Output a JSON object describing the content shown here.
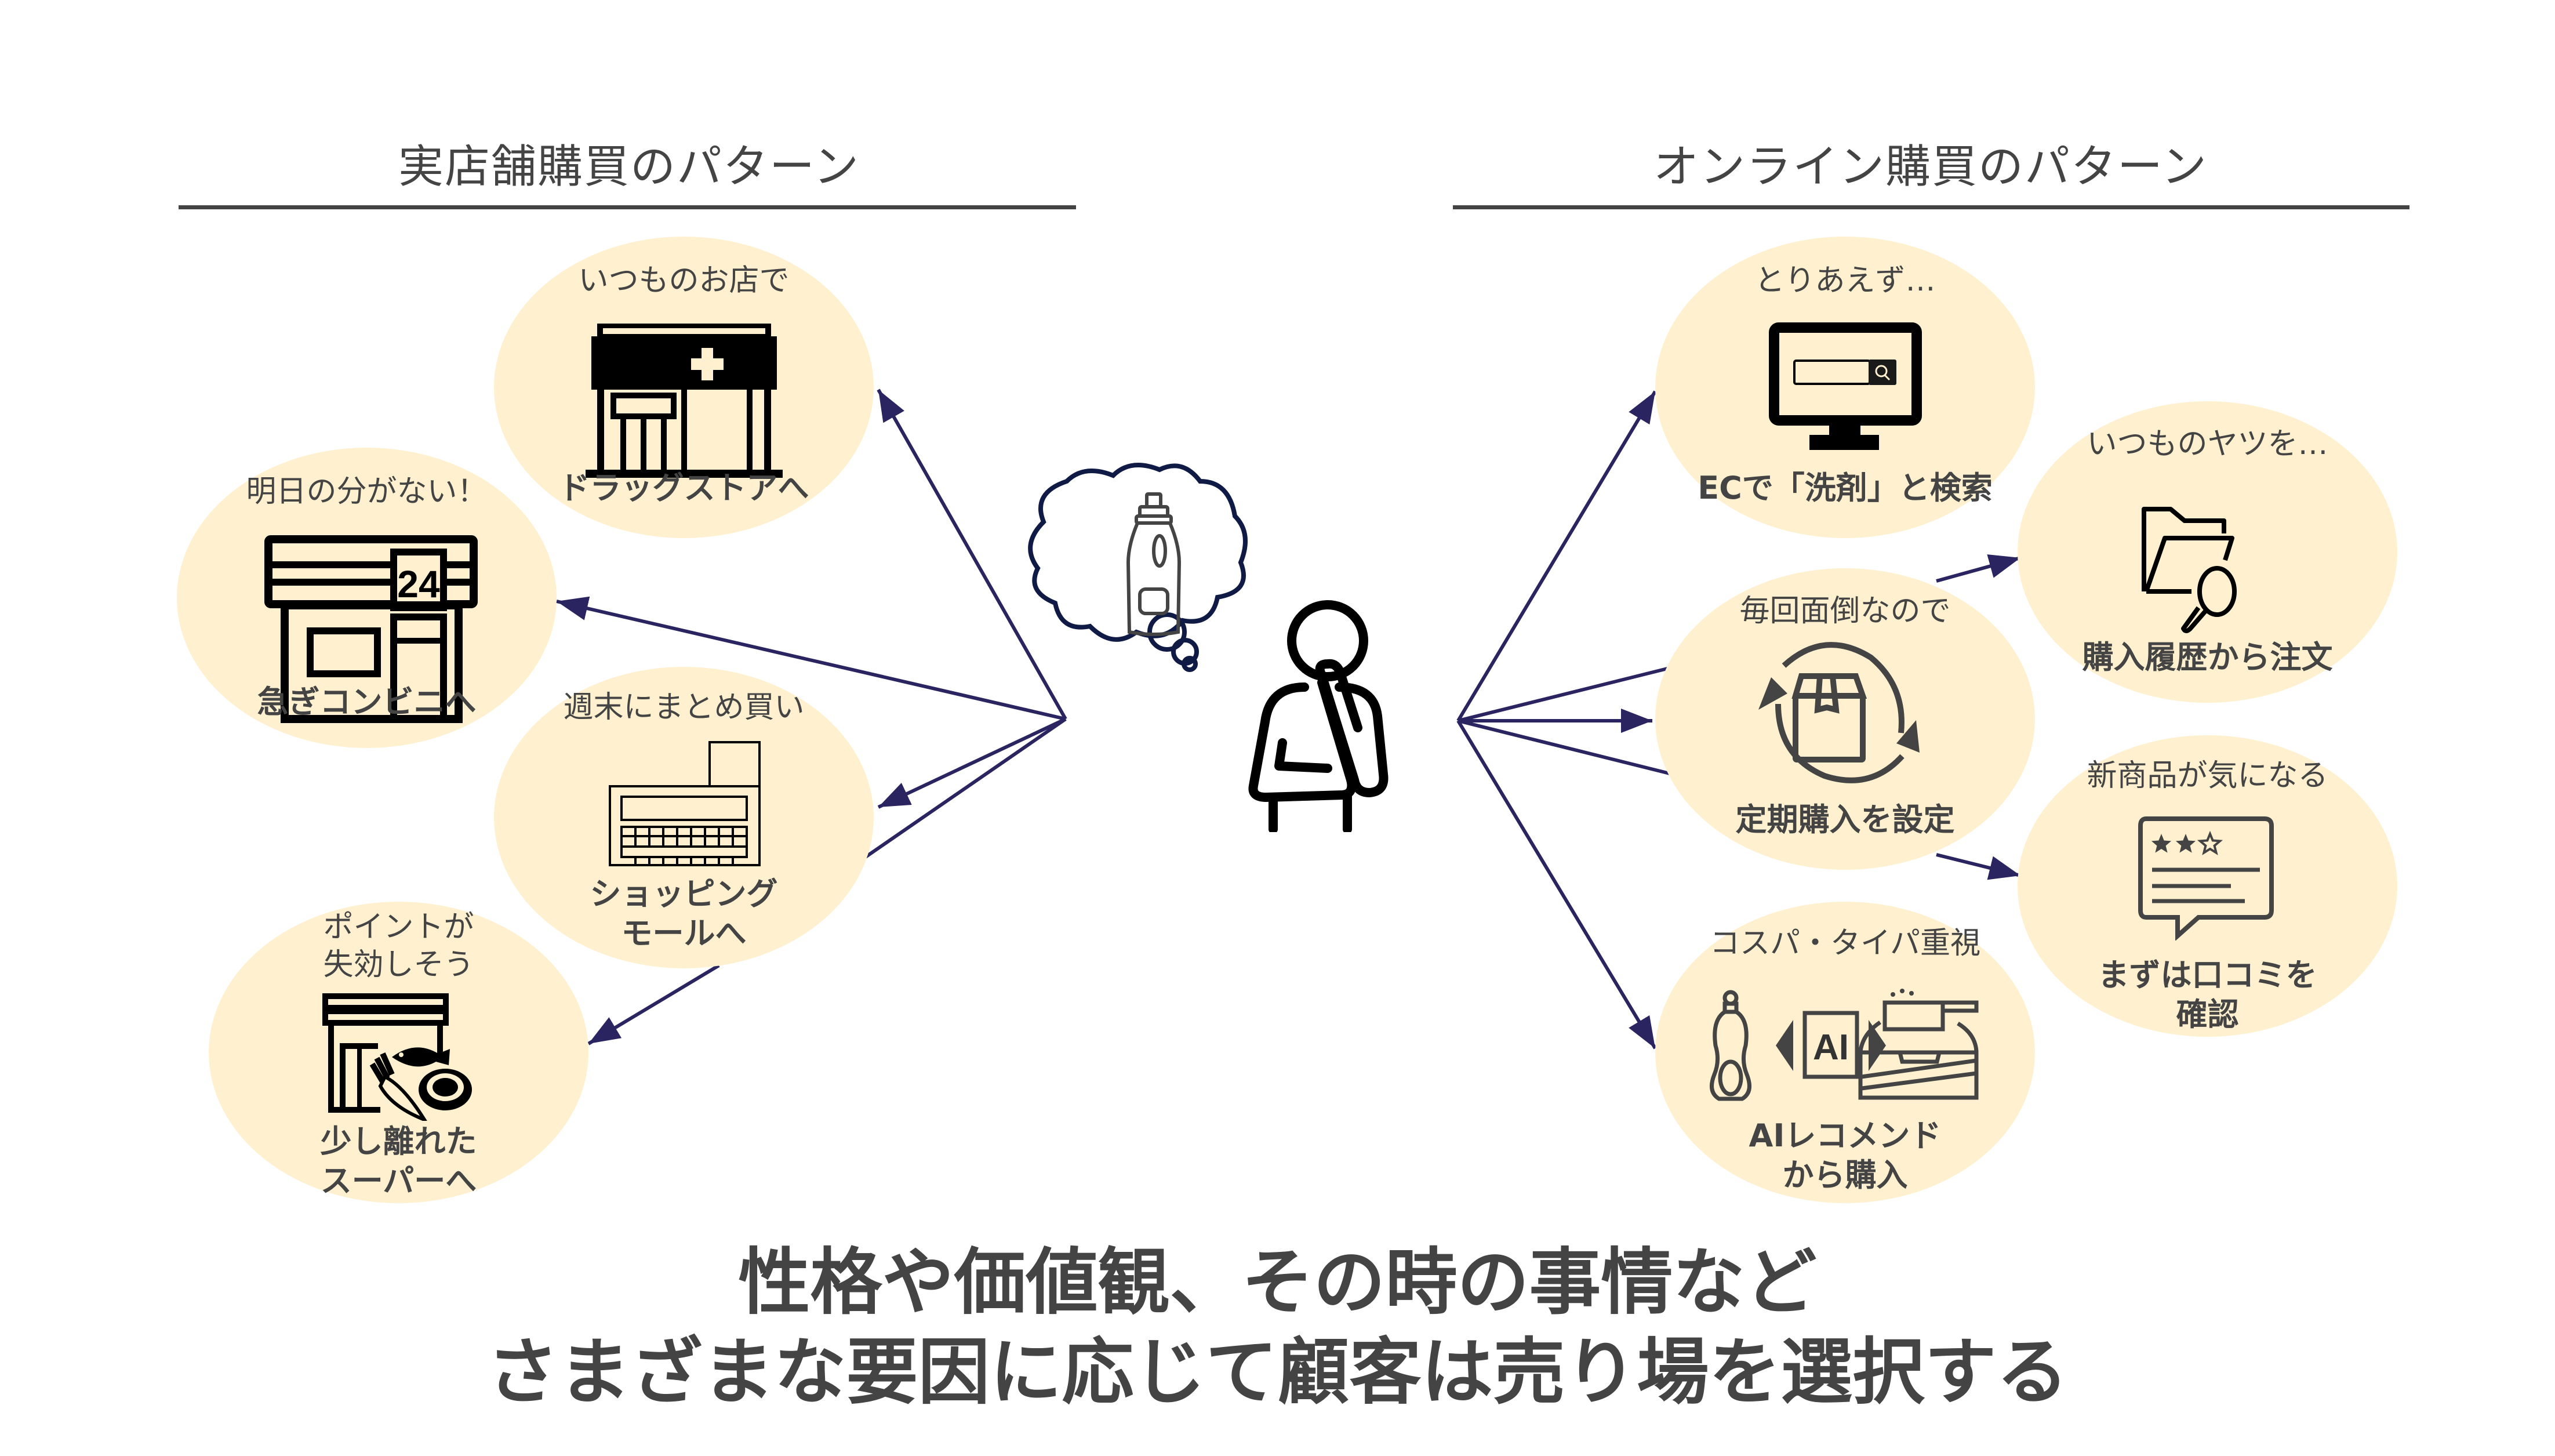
{
  "offline": {
    "title": "実店舗購買のパターン",
    "items": [
      {
        "caption": "いつものお店で",
        "label": "ドラッグストアへ",
        "icon": "drugstore-icon"
      },
      {
        "caption": "明日の分がない！",
        "label": "急ぎコンビニへ",
        "icon": "convenience-store-24-icon",
        "icon_text": "24"
      },
      {
        "caption": "週末にまとめ買い",
        "label": "ショッピング\nモールへ",
        "icon": "shopping-mall-icon"
      },
      {
        "caption": "ポイントが\n失効しそう",
        "label": "少し離れた\nスーパーへ",
        "icon": "supermarket-icon"
      }
    ]
  },
  "online": {
    "title": "オンライン購買のパターン",
    "items": [
      {
        "caption": "とりあえず…",
        "label": "ECで「洗剤」と検索",
        "icon": "monitor-search-icon"
      },
      {
        "caption": "毎回面倒なので",
        "label": "定期購入を設定",
        "icon": "recurring-delivery-box-icon"
      },
      {
        "caption": "コスパ・タイパ重視",
        "label": "AIレコメンド\nから購入",
        "icon": "ai-recommend-icon",
        "icon_text": "AI"
      },
      {
        "caption": "いつものヤツを…",
        "label": "購入履歴から注文",
        "icon": "folder-search-icon"
      },
      {
        "caption": "新商品が気になる",
        "label": "まずは口コミを\n確認",
        "icon": "review-stars-icon",
        "rating": {
          "filled": 2,
          "total": 3
        }
      }
    ]
  },
  "center": {
    "figure": "thinking-person-icon",
    "thought": "thought-bubble-detergent-icon"
  },
  "footer": {
    "line1": "性格や価値観、その時の事情など",
    "line2": "さまざまな要因に応じて顧客は売り場を選択する"
  },
  "colors": {
    "bubble": "#fff1cf",
    "text": "#444444",
    "arrow": "#2a2560",
    "cloud": "#0f1a45",
    "icon": "#000000"
  }
}
